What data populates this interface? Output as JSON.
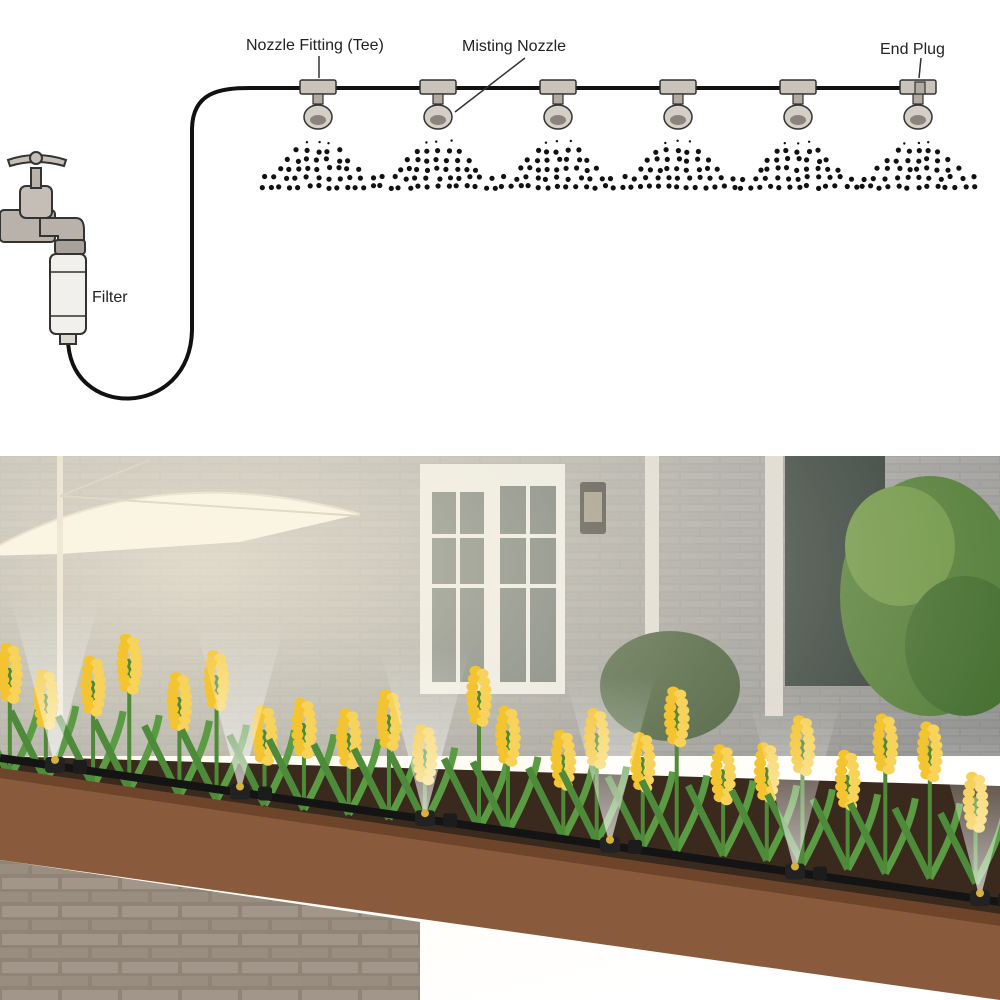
{
  "labels": {
    "nozzle_fitting": "Nozzle Fitting (Tee)",
    "misting_nozzle": "Misting Nozzle",
    "end_plug": "End Plug",
    "filter": "Filter"
  },
  "nozzle_count": 6,
  "colors": {
    "hose": "#111111",
    "fitting": "#c9c3bb",
    "flower": "#f4c430",
    "soil": "#3a2a1e",
    "planter": "#8a5a3c",
    "brick": "#6f6d6a",
    "mist": "#ffffff"
  },
  "photo": {
    "scene": "garden-planter-misting"
  }
}
